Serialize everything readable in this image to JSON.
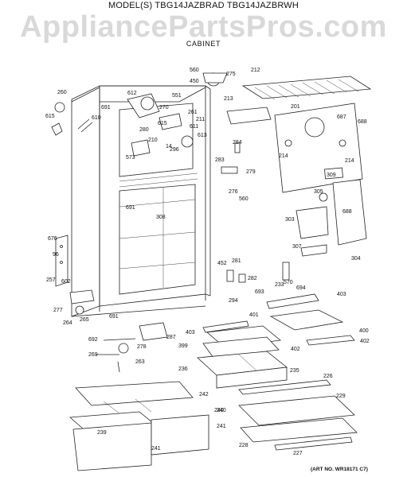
{
  "header": {
    "model_line": "MODEL(S) TBG14JAZBRAD TBG14JAZBRWH",
    "watermark": "AppliancePartsPros.com",
    "section": "CABINET"
  },
  "footer": {
    "art_no": "(ART NO. WR18171 C7)"
  },
  "part_labels": [
    "560",
    "275",
    "450",
    "212",
    "260",
    "612",
    "551",
    "691",
    "615",
    "610",
    "270",
    "261",
    "211",
    "201",
    "687",
    "688",
    "615",
    "611",
    "613",
    "280",
    "210",
    "296",
    "14",
    "573",
    "213",
    "284",
    "214",
    "214",
    "283",
    "279",
    "276",
    "560",
    "309",
    "305",
    "691",
    "308",
    "303",
    "688",
    "676",
    "96",
    "257",
    "602",
    "281",
    "452",
    "282",
    "233",
    "570",
    "307",
    "304",
    "693",
    "694",
    "403",
    "277",
    "294",
    "264",
    "265",
    "691",
    "401",
    "403",
    "400",
    "287",
    "692",
    "278",
    "399",
    "402",
    "402",
    "269",
    "263",
    "236",
    "235",
    "226",
    "242",
    "229",
    "240",
    "241",
    "239",
    "240",
    "241",
    "228",
    "227"
  ]
}
